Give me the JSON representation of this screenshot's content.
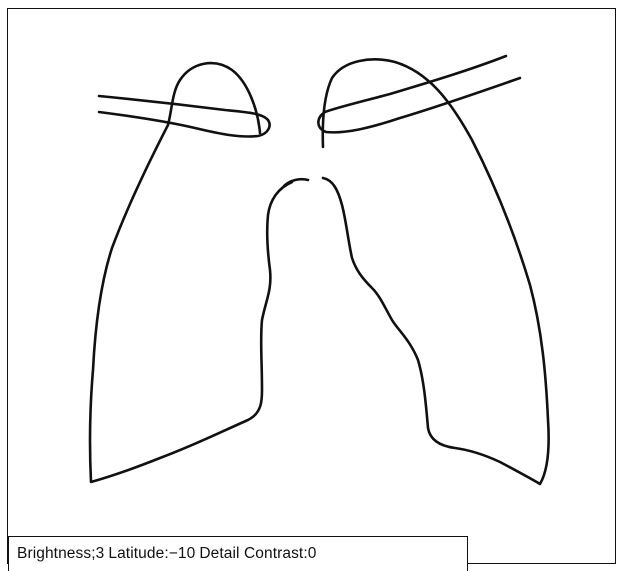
{
  "status": {
    "brightness": "Brightness;3",
    "latitude": "Latitude:−10",
    "detail_contrast": "Detail Contrast:0"
  }
}
